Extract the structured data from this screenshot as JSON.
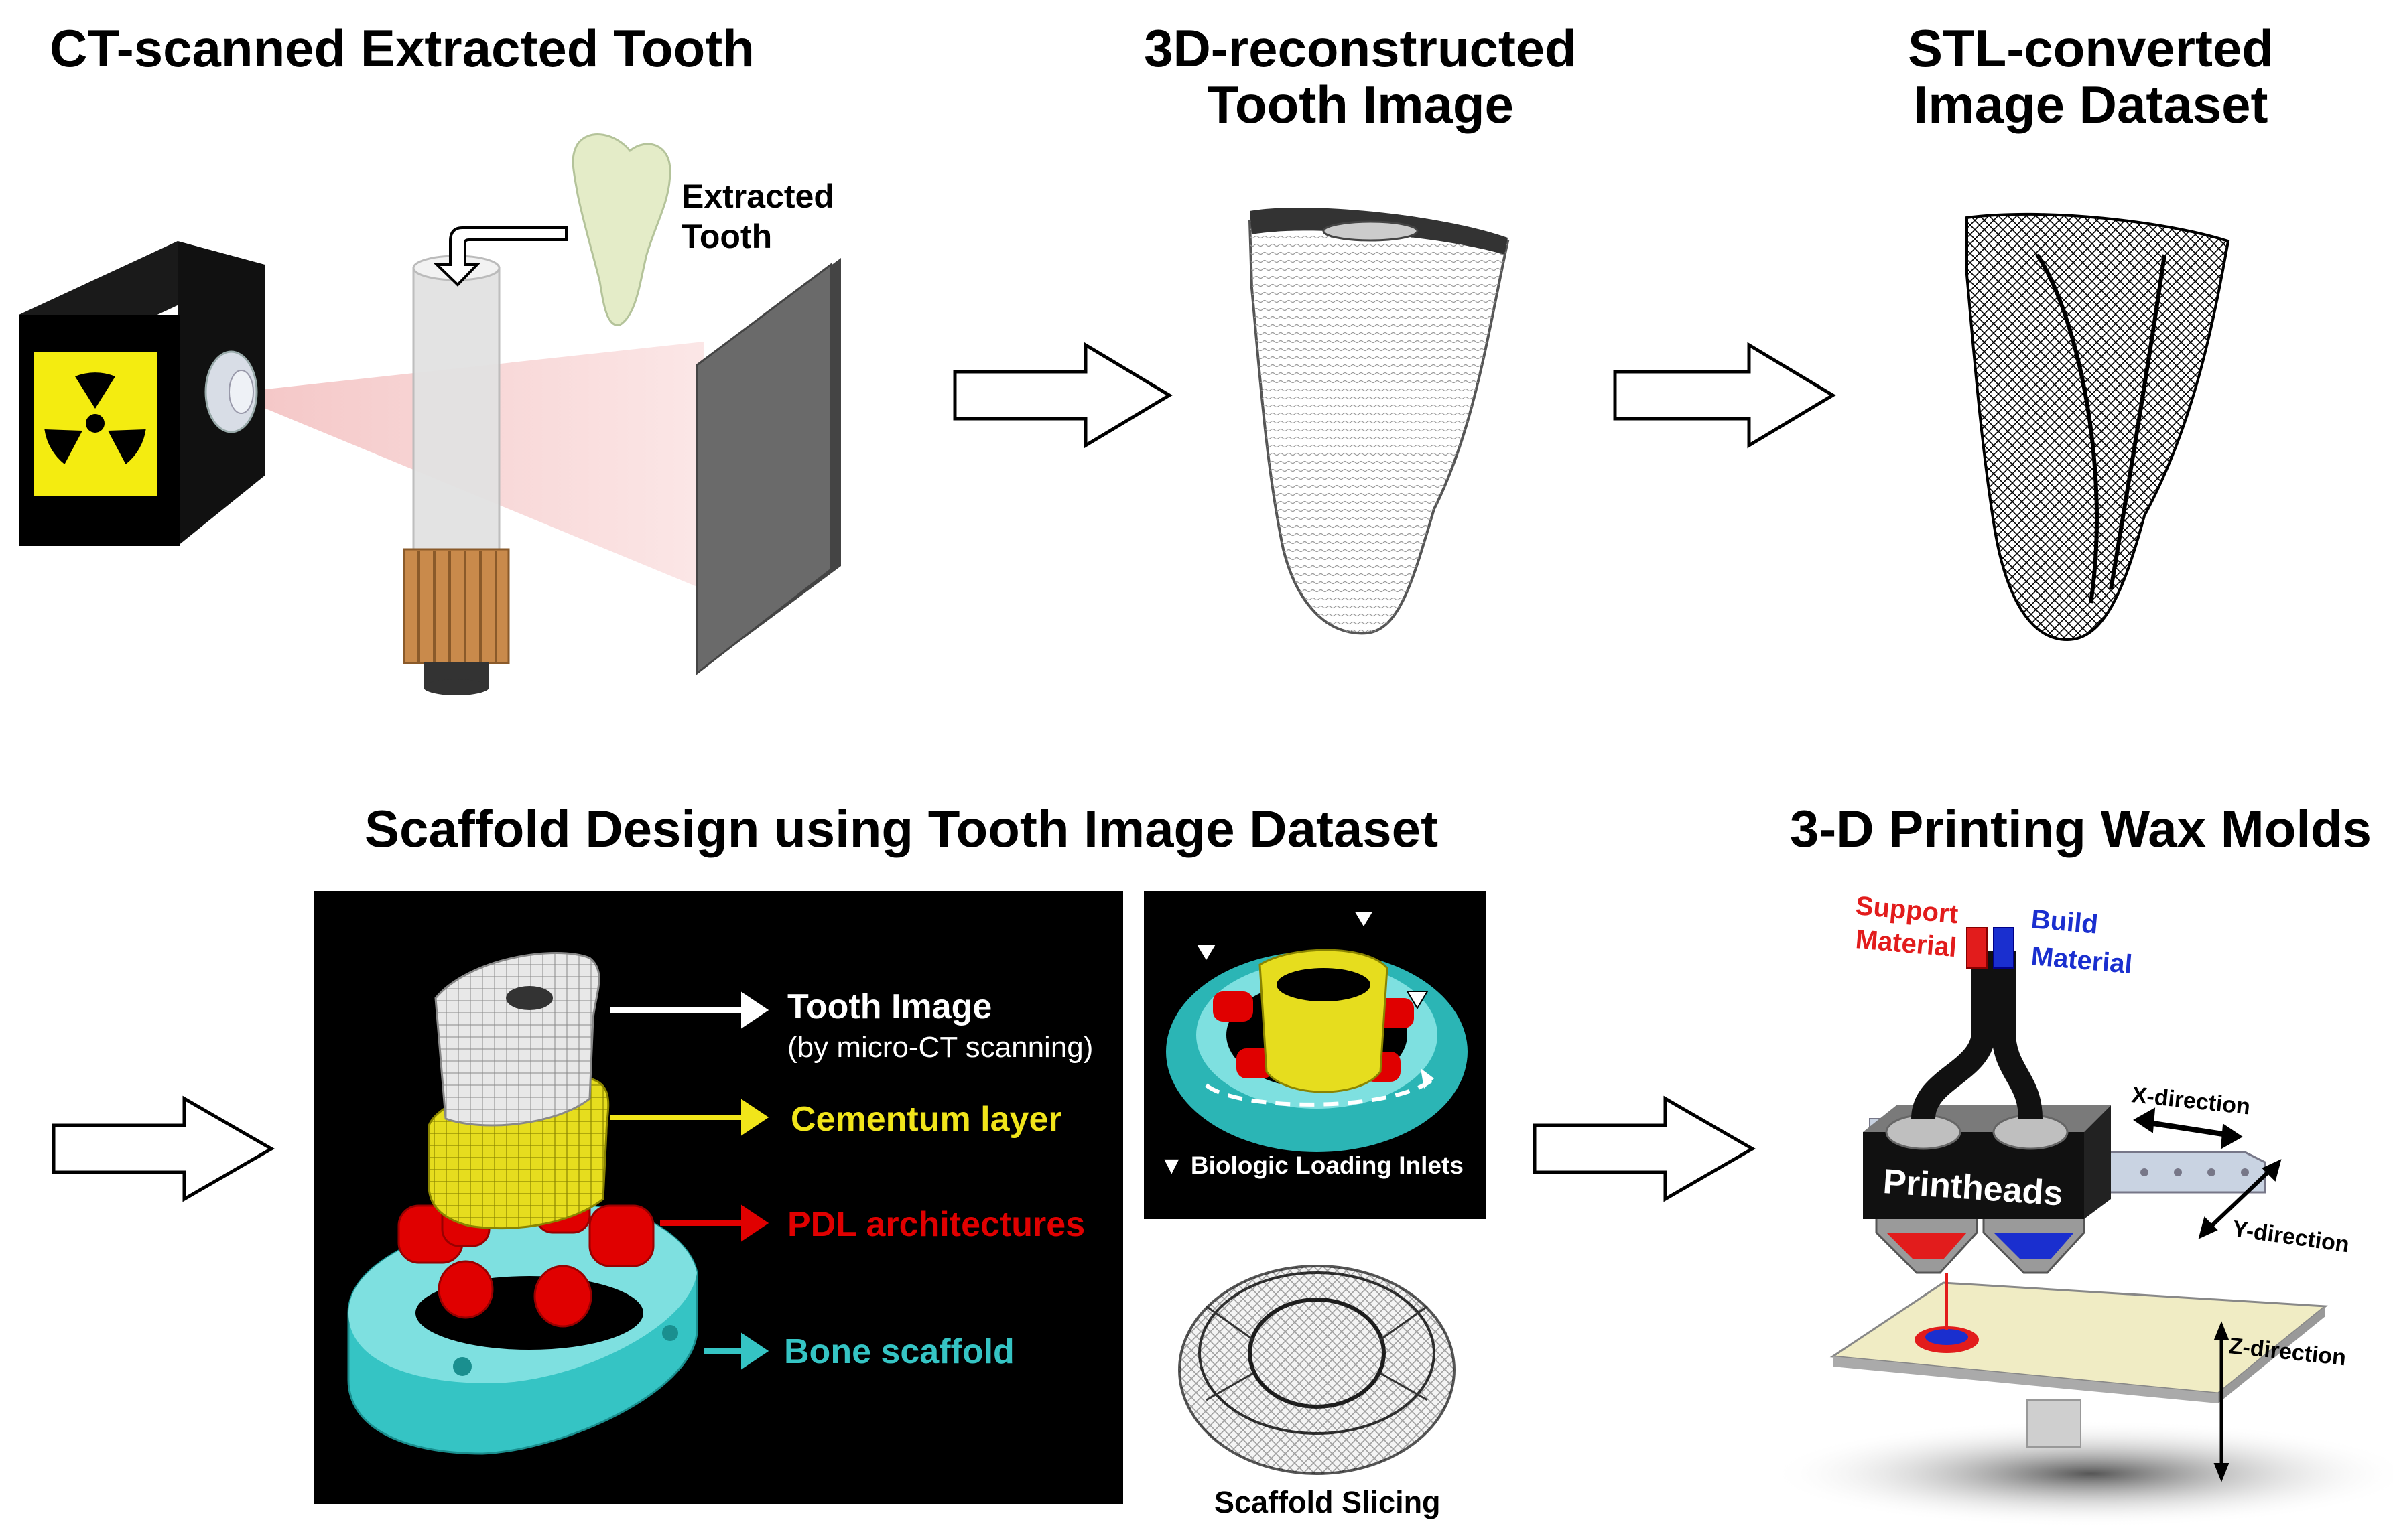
{
  "titles": {
    "ct_scan": "CT-scanned Extracted Tooth",
    "reconstructed_1": "3D-reconstructed",
    "reconstructed_2": "Tooth Image",
    "stl_1": "STL-converted",
    "stl_2": "Image Dataset",
    "scaffold_design": "Scaffold Design using Tooth Image Dataset",
    "printing": "3-D Printing Wax Molds"
  },
  "ct_panel": {
    "extracted_tooth_1": "Extracted",
    "extracted_tooth_2": "Tooth"
  },
  "scaffold_panel": {
    "tooth_image": "Tooth Image",
    "tooth_image_note": "(by micro-CT scanning)",
    "cementum": "Cementum layer",
    "pdl": "PDL architectures",
    "bone": "Bone scaffold",
    "inlets": "▼  Biologic Loading Inlets",
    "slicing": "Scaffold Slicing"
  },
  "printer": {
    "support_1": "Support",
    "support_2": "Material",
    "build_1": "Build",
    "build_2": "Material",
    "printheads": "Printheads",
    "x_dir": "X-direction",
    "y_dir": "Y-direction",
    "z_dir": "Z-direction"
  },
  "colors": {
    "tooth_white": "#d9d9d9",
    "cementum_yellow": "#e6dd1e",
    "pdl_red": "#e00000",
    "bone_cyan": "#35c4c4",
    "support_red": "#e21c1c",
    "build_blue": "#1a2fcf",
    "radiation_yellow": "#f4ec10",
    "platform_cream": "#f0ecc4"
  }
}
